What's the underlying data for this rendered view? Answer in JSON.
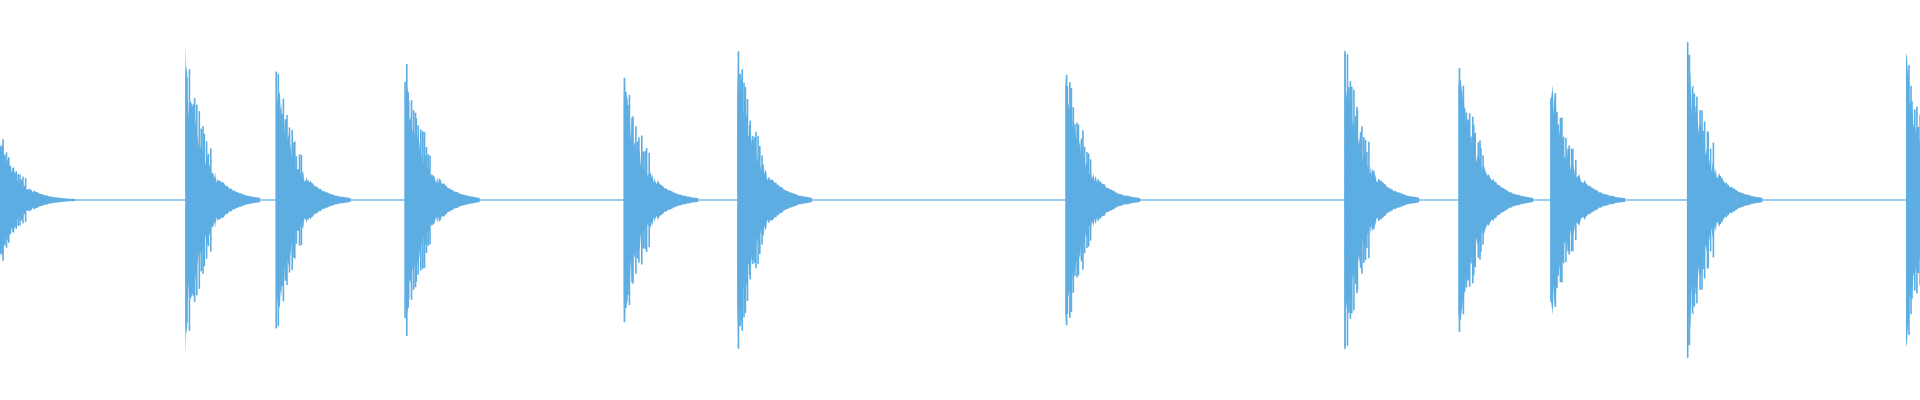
{
  "waveform": {
    "color": "#5DADE2",
    "onsets": [
      {
        "time_fraction": 0.0,
        "amplitude": 0.33,
        "partial": true
      },
      {
        "time_fraction": 0.0964,
        "amplitude": 0.78
      },
      {
        "time_fraction": 0.1436,
        "amplitude": 0.7
      },
      {
        "time_fraction": 0.2108,
        "amplitude": 0.77
      },
      {
        "time_fraction": 0.3247,
        "amplitude": 0.68
      },
      {
        "time_fraction": 0.3839,
        "amplitude": 0.8
      },
      {
        "time_fraction": 0.5548,
        "amplitude": 0.72
      },
      {
        "time_fraction": 0.7001,
        "amplitude": 0.83
      },
      {
        "time_fraction": 0.7595,
        "amplitude": 0.78
      },
      {
        "time_fraction": 0.8074,
        "amplitude": 0.68
      },
      {
        "time_fraction": 0.8789,
        "amplitude": 0.82
      },
      {
        "time_fraction": 0.9927,
        "amplitude": 0.78
      }
    ]
  }
}
